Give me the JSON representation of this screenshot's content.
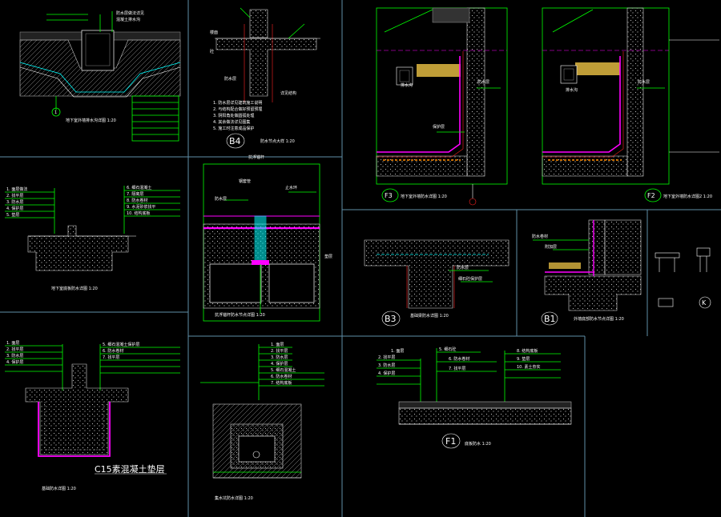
{
  "colors": {
    "background": "#000000",
    "frame": "#5f8fa8",
    "leader": "#00ff00",
    "waterproof": "#ff00ff",
    "concrete_outline": "#ffffff",
    "accent_red": "#ff2020",
    "accent_cyan": "#00ffff"
  },
  "details": {
    "d1": {
      "marker": "1"
    },
    "b4": {
      "marker": "B4"
    },
    "f3": {
      "marker": "F3"
    },
    "f2": {
      "marker": "F2"
    },
    "b3": {
      "marker": "B3"
    },
    "b1": {
      "marker": "B1"
    },
    "k": {
      "marker": "K"
    },
    "f1": {
      "marker": "F1"
    },
    "foundation": {
      "callout": "C15素混凝土垫层"
    }
  }
}
